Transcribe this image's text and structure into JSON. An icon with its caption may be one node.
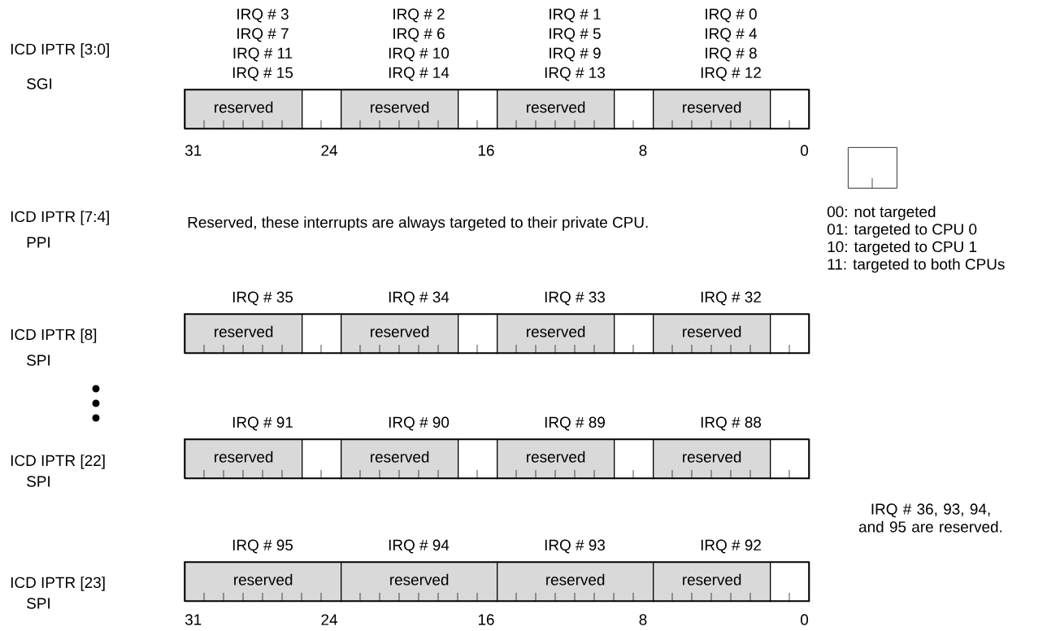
{
  "diagram": {
    "nodes": [
      {
        "text": [
          "reserved"
        ],
        "beside": [
          "IRQ # 3",
          "IRQ # 7",
          "IRQ # 11",
          "IRQ # 15"
        ]
      },
      {
        "text": [],
        "shape": "box"
      },
      {
        "text": [
          "reserved"
        ],
        "beside": [
          "IRQ # 2",
          "IRQ # 6",
          "IRQ # 10",
          "IRQ # 14"
        ]
      },
      {
        "text": [],
        "shape": "box"
      },
      {
        "text": [
          "reserved"
        ],
        "beside": [
          "IRQ # 1",
          "IRQ # 5",
          "IRQ # 9",
          "IRQ # 13"
        ]
      },
      {
        "text": [],
        "shape": "box"
      },
      {
        "text": [
          "reserved"
        ],
        "beside": [
          "IRQ # 0",
          "IRQ # 4",
          "IRQ # 8",
          "IRQ # 12"
        ]
      },
      {
        "text": [],
        "shape": "box"
      },
      {
        "text": [
          "reserved"
        ],
        "beside": [
          "IRQ # 35"
        ]
      },
      {
        "text": [],
        "shape": "box"
      },
      {
        "text": [
          "reserved"
        ],
        "beside": [
          "IRQ # 34"
        ]
      },
      {
        "text": [],
        "shape": "box"
      },
      {
        "text": [
          "reserved"
        ],
        "beside": [
          "IRQ # 33"
        ]
      },
      {
        "text": [],
        "shape": "box"
      },
      {
        "text": [
          "reserved"
        ],
        "beside": [
          "IRQ # 32"
        ]
      },
      {
        "text": [],
        "shape": "box"
      },
      {
        "text": [
          "reserved"
        ],
        "beside": [
          "IRQ # 91"
        ]
      },
      {
        "text": [],
        "shape": "box"
      },
      {
        "text": [
          "reserved"
        ],
        "beside": [
          "IRQ # 90"
        ]
      },
      {
        "text": [],
        "shape": "box"
      },
      {
        "text": [
          "reserved"
        ],
        "beside": [
          "IRQ # 89"
        ]
      },
      {
        "text": [],
        "shape": "box"
      },
      {
        "text": [
          "reserved"
        ],
        "beside": [
          "IRQ # 88"
        ]
      },
      {
        "text": [],
        "shape": "box"
      },
      {
        "text": [
          "reserved"
        ],
        "beside": [
          "IRQ # 95"
        ]
      },
      {
        "text": [
          "reserved"
        ],
        "beside": [
          "IRQ # 94"
        ]
      },
      {
        "text": [
          "reserved"
        ],
        "beside": [
          "IRQ # 93"
        ]
      },
      {
        "text": [
          "reserved"
        ],
        "beside": [
          "IRQ # 92"
        ]
      },
      {
        "text": [],
        "shape": "box"
      },
      {
        "text": [],
        "shape": "box",
        "beside": [
          "00: not targeted",
          "01: targeted to CPU 0",
          "10: targeted to CPU 1",
          "11: targeted to both CPUs"
        ]
      }
    ],
    "labels": [
      "ICD IPTR [3:0]",
      "SGI",
      "31",
      "24",
      "16",
      "8",
      "0",
      "ICD IPTR [7:4]",
      "PPI",
      "Reserved, these interrupts are always targeted to their private CPU.",
      "ICD IPTR [8]",
      "SPI",
      "ICD IPTR [22]",
      "SPI",
      "IRQ # 36, 93, 94, and 95 are reserved.",
      "ICD IPTR [23]",
      "SPI",
      "31",
      "24",
      "16",
      "8",
      "0"
    ]
  }
}
